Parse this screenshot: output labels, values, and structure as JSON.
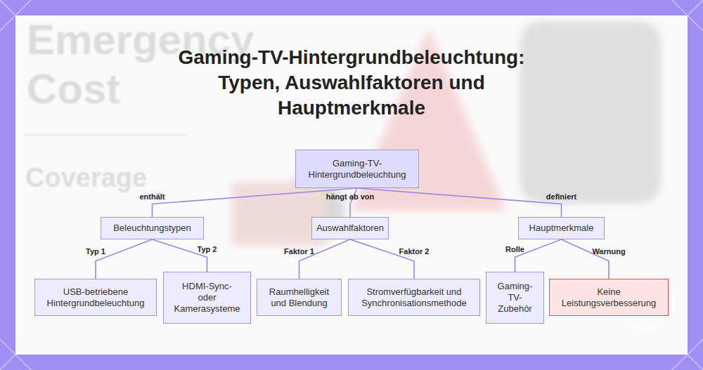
{
  "diagram": {
    "title": "Gaming-TV-Hintergrundbeleuchtung: Typen, Auswahlfaktoren und Hauptmerkmale",
    "nodes": [
      {
        "text": [
          "Gaming-TV-Hintergrundbeleuchtung"
        ]
      },
      {
        "text": [
          "Beleuchtungstypen"
        ]
      },
      {
        "text": [
          "Auswahlfaktoren"
        ]
      },
      {
        "text": [
          "Hauptmerkmale"
        ]
      },
      {
        "text": [
          "USB-betriebene Hintergrundbeleuchtung"
        ]
      },
      {
        "text": [
          "HDMI-Sync- oder Kamerasysteme"
        ]
      },
      {
        "text": [
          "Raumhelligkeit und Blendung"
        ]
      },
      {
        "text": [
          "Stromverfügbarkeit und Synchronisationsmethode"
        ]
      },
      {
        "text": [
          "Gaming-TV-Zubehör"
        ]
      },
      {
        "text": [
          "Keine Leistungsverbesserung"
        ]
      }
    ],
    "edges": [
      {
        "from": 0,
        "to": 1,
        "label": "enthält",
        "arrow": "none"
      },
      {
        "from": 0,
        "to": 2,
        "label": "hängt ab von",
        "arrow": "none"
      },
      {
        "from": 0,
        "to": 3,
        "label": "definiert",
        "arrow": "none"
      },
      {
        "from": 1,
        "to": 4,
        "label": "Typ 1",
        "arrow": "none"
      },
      {
        "from": 1,
        "to": 5,
        "label": "Typ 2",
        "arrow": "none"
      },
      {
        "from": 2,
        "to": 6,
        "label": "Faktor 1",
        "arrow": "none"
      },
      {
        "from": 2,
        "to": 7,
        "label": "Faktor 2",
        "arrow": "none"
      },
      {
        "from": 3,
        "to": 8,
        "label": "Rolle",
        "arrow": "none"
      },
      {
        "from": 3,
        "to": 9,
        "label": "Warnung",
        "arrow": "none"
      }
    ],
    "labels": [
      "Emergency",
      "Cost",
      "Coverage"
    ]
  }
}
